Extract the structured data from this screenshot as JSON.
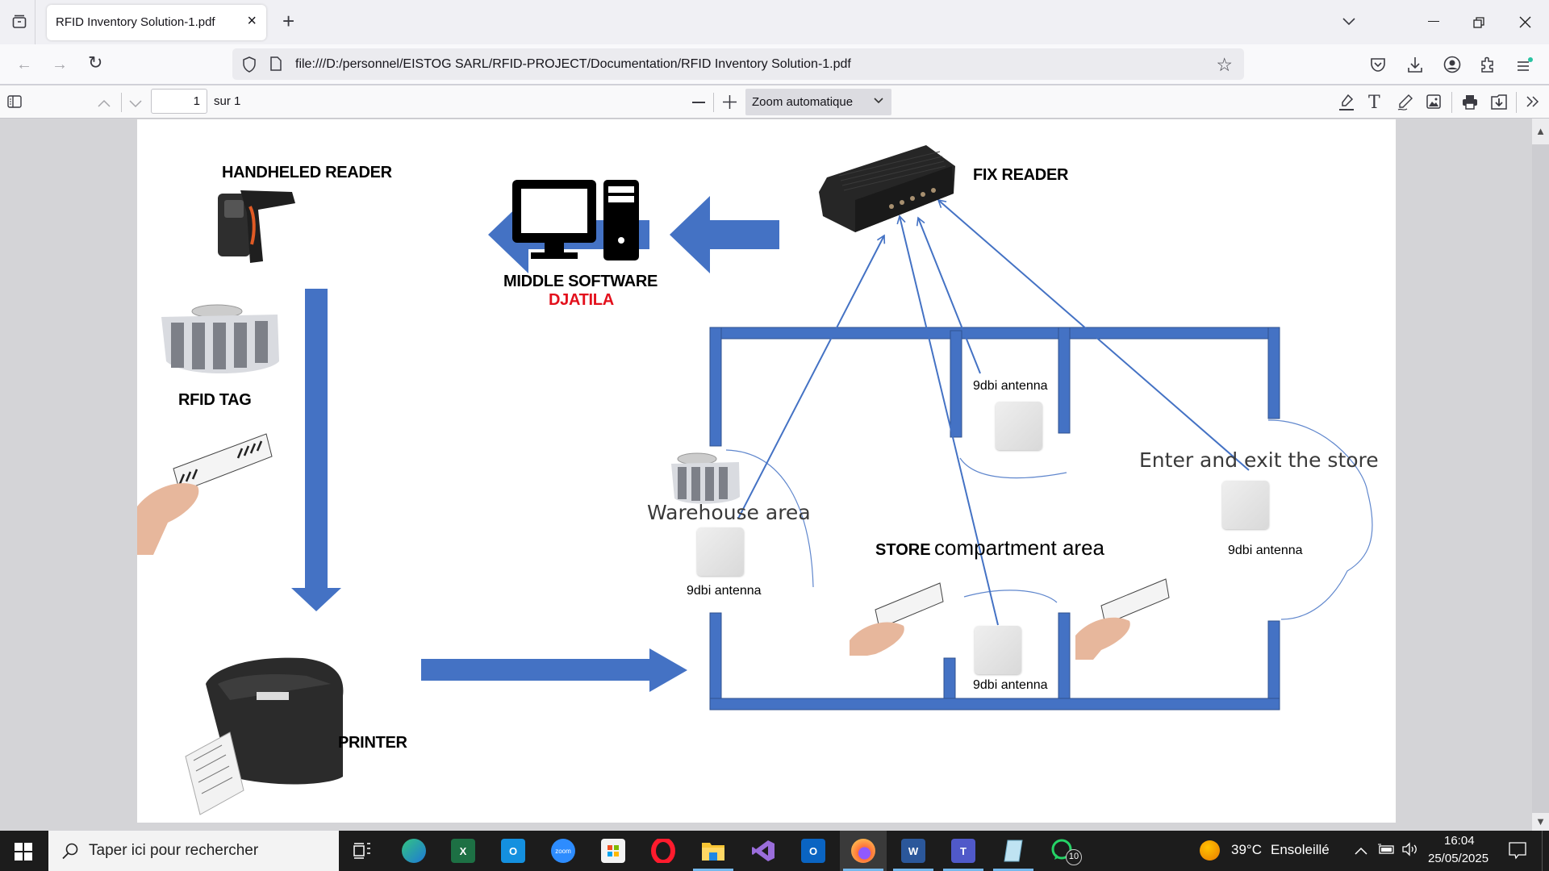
{
  "browser": {
    "tab": {
      "title": "RFID Inventory Solution-1.pdf"
    },
    "url": "file:///D:/personnel/EISTOG SARL/RFID-PROJECT/Documentation/RFID Inventory Solution-1.pdf",
    "icons": {
      "tab_overview": "tab-overview-icon",
      "close_tab": "×",
      "new_tab": "+",
      "list_all_tabs": "⌄",
      "minimize": "—",
      "restore": "❐",
      "close_window": "✕",
      "back": "←",
      "forward": "→",
      "reload": "↻",
      "bookmark": "☆"
    }
  },
  "pdf_toolbar": {
    "page_number": "1",
    "page_count": "sur 1",
    "zoom_label": "Zoom automatique"
  },
  "diagram": {
    "labels": {
      "handheld_reader": "HANDHELED READER",
      "middle_software": "MIDDLE SOFTWARE",
      "software_name": "DJATILA",
      "fix_reader": "FIX READER",
      "rfid_tag": "RFID TAG",
      "printer": "PRINTER",
      "warehouse_area": "Warehouse area",
      "store_compartment_prefix": "STORE",
      "store_compartment_suffix": "compartment area",
      "enter_exit": "Enter and exit the store",
      "antenna_1": "9dbi antenna",
      "antenna_2": "9dbi antenna",
      "antenna_3": "9dbi antenna",
      "antenna_4": "9dbi antenna"
    },
    "colors": {
      "arrow_blue": "#4472c4",
      "software_red": "#e3101c"
    }
  },
  "taskbar": {
    "search_placeholder": "Taper ici pour rechercher",
    "apps": [
      {
        "name": "task-view",
        "label": ""
      },
      {
        "name": "edge",
        "label": "e"
      },
      {
        "name": "excel",
        "label": "X"
      },
      {
        "name": "outlook-new",
        "label": "O"
      },
      {
        "name": "zoom",
        "label": "zoom"
      },
      {
        "name": "store",
        "label": ""
      },
      {
        "name": "opera",
        "label": "O"
      },
      {
        "name": "file-explorer",
        "label": ""
      },
      {
        "name": "visual-studio",
        "label": ""
      },
      {
        "name": "outlook",
        "label": "O"
      },
      {
        "name": "firefox",
        "label": ""
      },
      {
        "name": "word",
        "label": "W"
      },
      {
        "name": "teams",
        "label": "T"
      },
      {
        "name": "notepad",
        "label": ""
      },
      {
        "name": "whatsapp",
        "label": ""
      }
    ],
    "whatsapp_badge": "10",
    "weather": {
      "temp": "39°C",
      "condition": "Ensoleillé"
    },
    "time": "16:04",
    "date": "25/05/2025"
  }
}
